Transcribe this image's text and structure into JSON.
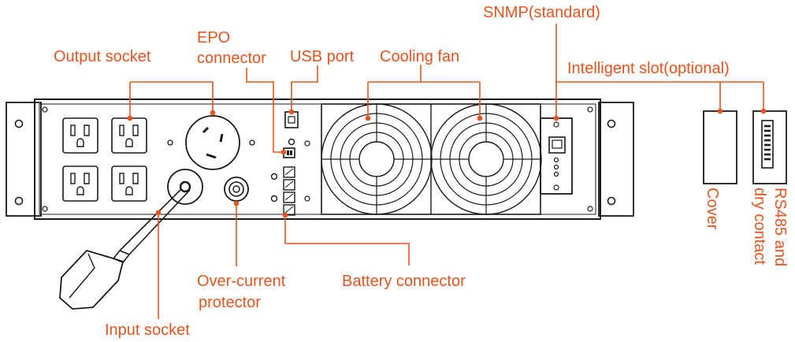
{
  "colors": {
    "label": "#e8531e",
    "line": "#1a1a1a"
  },
  "labels": {
    "output_socket": "Output socket",
    "epo_line1": "EPO",
    "epo_line2": "connector",
    "usb_port": "USB port",
    "cooling_fan": "Cooling fan",
    "snmp": "SNMP(standard)",
    "intelligent_slot": "Intelligent slot(optional)",
    "cover": "Cover",
    "rs485_line1": "RS485 and",
    "rs485_line2": "dry contact",
    "over_current_line1": "Over-current",
    "over_current_line2": "protector",
    "battery_connector": "Battery connector",
    "input_socket": "Input socket"
  }
}
